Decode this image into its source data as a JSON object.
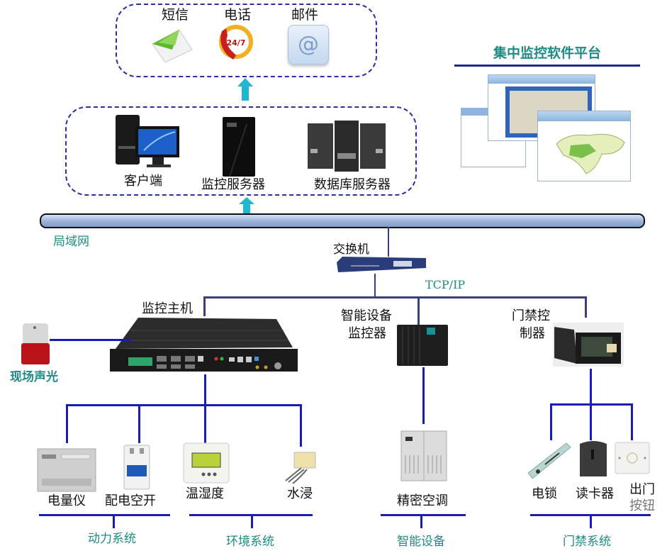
{
  "notification_group": {
    "items": [
      {
        "label": "短信",
        "icon": "sms-envelope-icon"
      },
      {
        "label": "电话",
        "icon": "phone-24-7-icon",
        "badge": "24/7"
      },
      {
        "label": "邮件",
        "icon": "email-at-icon",
        "glyph": "@"
      }
    ]
  },
  "server_group": {
    "items": [
      {
        "label": "客户端",
        "icon": "desktop-computer-icon"
      },
      {
        "label": "监控服务器",
        "icon": "tower-server-icon"
      },
      {
        "label": "数据库服务器",
        "icon": "database-server-rack-icon"
      }
    ]
  },
  "platform": {
    "title": "集中监控软件平台",
    "screenshot": "monitoring-software-screenshots"
  },
  "network": {
    "lan_label": "局域网",
    "switch_label": "交换机",
    "protocol_label": "TCP/IP"
  },
  "host": {
    "label": "监控主机",
    "alarm_label": "现场声光"
  },
  "smart_monitor": {
    "label_line1": "智能设备",
    "label_line2": "监控器"
  },
  "access_controller": {
    "label_line1": "门禁控",
    "label_line2": "制器"
  },
  "devices": {
    "power_meter": "电量仪",
    "breaker": "配电空开",
    "temp_humidity": "温湿度",
    "water_leak": "水浸",
    "precision_ac": "精密空调",
    "electric_lock": "电锁",
    "card_reader": "读卡器",
    "exit_button_line1": "出门",
    "exit_button_line2": "按钮"
  },
  "systems": {
    "power": "动力系统",
    "environment": "环境系统",
    "smart": "智能设备",
    "access": "门禁系统"
  },
  "colors": {
    "dashed_border": "#2b2fa0",
    "link_line": "#1b1bb8",
    "network_line": "#3a3f7a",
    "arrow": "#1fb8d0",
    "teal_text": "#1f8a86",
    "lan_pipe": "#a9c0e0"
  }
}
